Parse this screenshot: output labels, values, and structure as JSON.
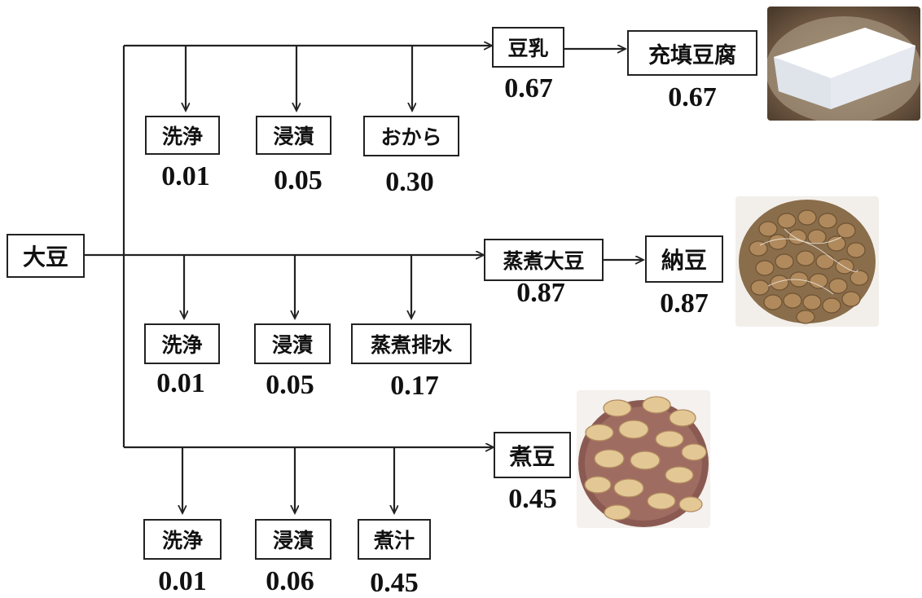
{
  "source": {
    "label": "大豆"
  },
  "tofu_branch": {
    "product": {
      "label": "豆乳",
      "value": "0.67"
    },
    "final": {
      "label": "充填豆腐",
      "value": "0.67"
    },
    "steps": [
      {
        "label": "洗浄",
        "value": "0.01"
      },
      {
        "label": "浸漬",
        "value": "0.05"
      },
      {
        "label": "おから",
        "value": "0.30"
      }
    ],
    "photo_icon": "tofu-photo"
  },
  "natto_branch": {
    "product": {
      "label": "蒸煮大豆",
      "value": "0.87"
    },
    "final": {
      "label": "納豆",
      "value": "0.87"
    },
    "steps": [
      {
        "label": "洗浄",
        "value": "0.01"
      },
      {
        "label": "浸漬",
        "value": "0.05"
      },
      {
        "label": "蒸煮排水",
        "value": "0.17"
      }
    ],
    "photo_icon": "natto-photo"
  },
  "nimame_branch": {
    "product": {
      "label": "煮豆",
      "value": "0.45"
    },
    "steps": [
      {
        "label": "洗浄",
        "value": "0.01"
      },
      {
        "label": "浸漬",
        "value": "0.06"
      },
      {
        "label": "煮汁",
        "value": "0.45"
      }
    ],
    "photo_icon": "boiled-beans-photo"
  },
  "colors": {
    "line": "#222222",
    "box_border": "#222222",
    "text": "#111111"
  }
}
